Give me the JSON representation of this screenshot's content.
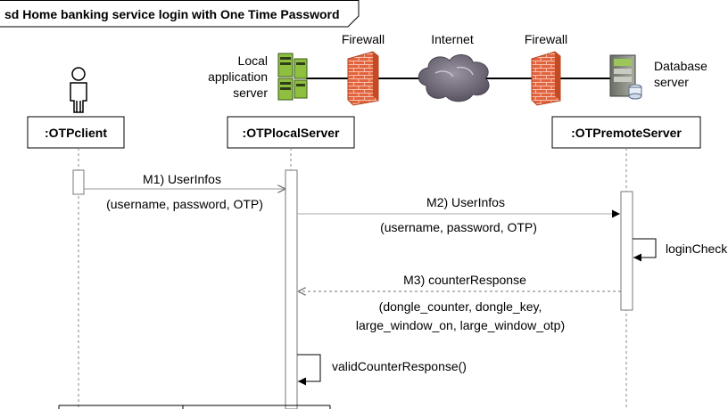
{
  "frame": {
    "title": "sd Home banking service login with One Time Password"
  },
  "infrastructure": {
    "local_server_label": [
      "Local",
      "application",
      "server"
    ],
    "firewall_left_label": "Firewall",
    "internet_label": "Internet",
    "firewall_right_label": "Firewall",
    "database_label": [
      "Database",
      "server"
    ]
  },
  "lifelines": {
    "client": ":OTPclient",
    "local": ":OTPlocalServer",
    "remote": ":OTPremoteServer"
  },
  "messages": {
    "m1": {
      "label": "M1) UserInfos",
      "params": "(username, password, OTP)"
    },
    "m2": {
      "label": "M2) UserInfos",
      "params": "(username, password, OTP)"
    },
    "login_check": "loginCheck",
    "m3": {
      "label": "M3) counterResponse",
      "params": [
        "(dongle_counter, dongle_key,",
        "large_window_on, large_window_otp)"
      ]
    },
    "valid_counter": "validCounterResponse()"
  },
  "colors": {
    "firewall": "#e2633d",
    "firewall_mortar": "#f6c2ae",
    "server_green": "#8fbf3f",
    "cloud": "#6e6878",
    "lifeline": "#888888"
  }
}
